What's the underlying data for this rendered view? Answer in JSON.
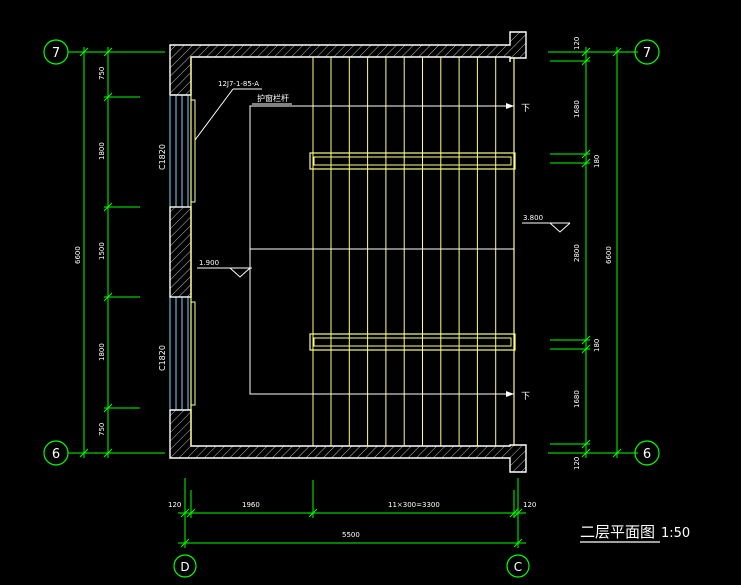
{
  "drawing": {
    "title": "二层平面图",
    "scale": "1:50"
  },
  "axes": {
    "left_top": "7",
    "left_bottom": "6",
    "right_top": "7",
    "right_bottom": "6",
    "bottom_left": "D",
    "bottom_right": "C"
  },
  "dimensions": {
    "left_segments": [
      "750",
      "1800",
      "1500",
      "1800",
      "750"
    ],
    "left_total": "6600",
    "right_segments": [
      "120",
      "1680",
      "180",
      "2800",
      "180",
      "1680",
      "120"
    ],
    "right_total": "6600",
    "bottom_segments": [
      "120",
      "1960",
      "11×300=3300",
      "120"
    ],
    "bottom_total": "5500"
  },
  "labels": {
    "window_upper": "C1820",
    "window_lower": "C1820",
    "detail_ref": "12J7-1-85-A",
    "railing_note": "护窗栏杆",
    "level_left": "1.900",
    "level_right": "3.800",
    "down_top": "下",
    "down_bottom": "下"
  },
  "colors": {
    "background": "#000000",
    "wall": "#ffffff",
    "dimension": "#00ff00",
    "stair": "#ffff80",
    "annotation": "#ffffff"
  }
}
